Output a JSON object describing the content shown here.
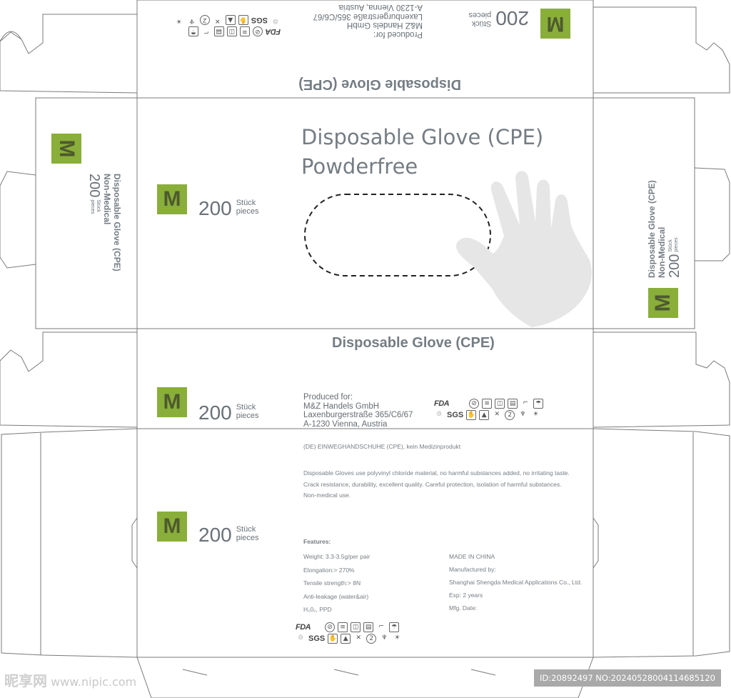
{
  "top_flap": {
    "title": "Disposable Glove (CPE)",
    "produced_for": "Produced for:",
    "company": "M&Z Handels GmbH",
    "street": "Laxenburgerstraße 365/C6/67",
    "city": "A-1230 Vienna, Austria",
    "qty": "200",
    "unit_top": "Stück",
    "unit_bottom": "pieces",
    "size": "M"
  },
  "front": {
    "title_line1": "Disposable Glove (CPE)",
    "title_line2": "Powderfree",
    "size": "M",
    "qty": "200",
    "unit_top": "Stück",
    "unit_bottom": "pieces"
  },
  "left_side": {
    "size": "M",
    "line1": "Disposable Glove (CPE)",
    "line2": "Non-Medical",
    "qty": "200",
    "unit_top": "Stück",
    "unit_bottom": "pieces"
  },
  "right_side": {
    "size": "M",
    "line1": "Disposable Glove (CPE)",
    "line2": "Non-Medical",
    "qty": "200",
    "unit_top": "Stück",
    "unit_bottom": "pieces"
  },
  "bottom_panel": {
    "title": "Disposable Glove (CPE)",
    "size": "M",
    "qty": "200",
    "unit_top": "Stück",
    "unit_bottom": "pieces",
    "produced_for": "Produced for:",
    "company": "M&Z Handels GmbH",
    "street": "Laxenburgerstraße 365/C6/67",
    "city": "A-1230 Vienna, Austria"
  },
  "back_panel": {
    "size": "M",
    "qty": "200",
    "unit_top": "Stück",
    "unit_bottom": "pieces",
    "de_line": "(DE) EINWEGHANDSCHUHE  (CPE), kein Medizinprodukt",
    "desc1": "Disposable Gloves use polyvinyl chloride material, no harmful substances added, no irritating taste.",
    "desc2": "Crack resistance, durability, excellent quality. Careful protection, isolation of harmful substances.",
    "desc3": "Non-medical use.",
    "features_heading": "Features:",
    "features": [
      "Weight: 3.3-3.5g/per pair",
      "Elongation:> 270%",
      "Tensile strength:> 8N",
      "Anti-leakage (water&air)",
      "H₂0₂, PPD"
    ],
    "made_in": "MADE IN CHINA",
    "manufactured_by": "Manufactured by:",
    "manufacturer": "Shanghai Shengda Medical Applications Co., Ltd.",
    "exp": "Exp: 2 years",
    "mfg": "Mfg. Date:"
  },
  "badges": {
    "fda": "FDA",
    "sgs": "SGS",
    "number": "2"
  },
  "watermark": {
    "brand": "昵享网",
    "url": "www.nipic.com"
  },
  "footer_id": "ID:20892497 NO:20240528004114685120",
  "colors": {
    "green": "#8aae3a",
    "text_gray": "#6a7178",
    "line": "#6f6f6f"
  }
}
